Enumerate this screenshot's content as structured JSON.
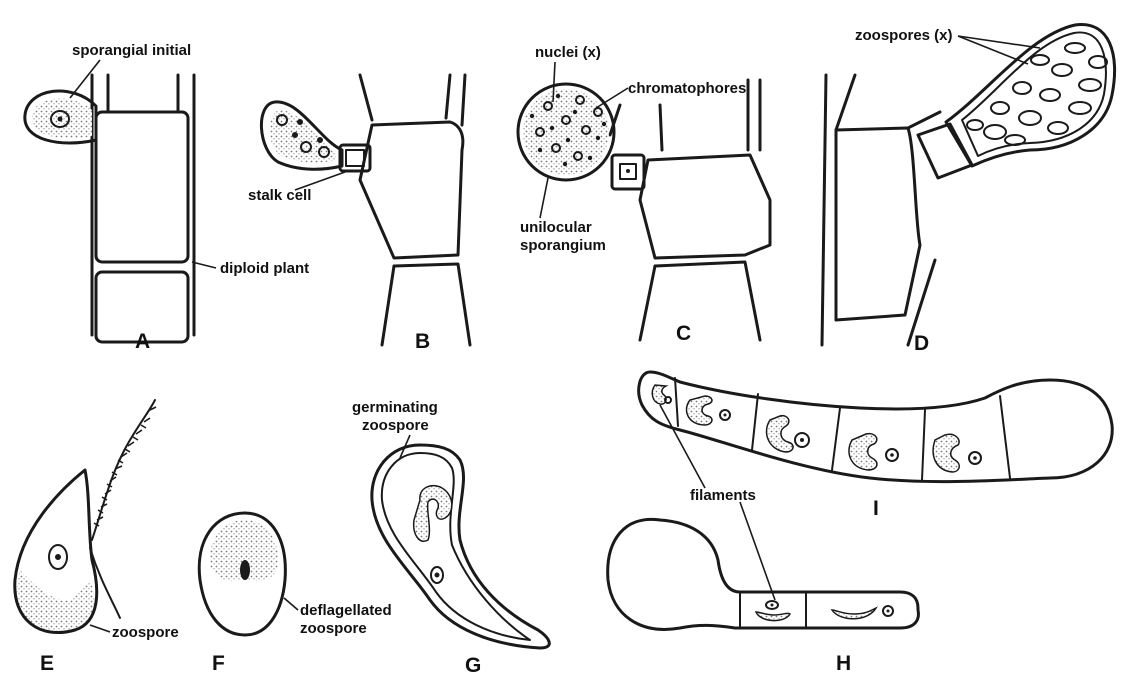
{
  "panels": {
    "A": {
      "letter": "A",
      "labels": {
        "sporangial_initial": "sporangial initial",
        "diploid_plant": "diploid plant"
      }
    },
    "B": {
      "letter": "B",
      "labels": {
        "stalk_cell": "stalk cell"
      }
    },
    "C": {
      "letter": "C",
      "labels": {
        "nuclei": "nuclei (x)",
        "chromatophores": "chromatophores",
        "unilocular_line1": "unilocular",
        "unilocular_line2": "sporangium"
      }
    },
    "D": {
      "letter": "D",
      "labels": {
        "zoospores": "zoospores (x)"
      }
    },
    "E": {
      "letter": "E",
      "labels": {
        "zoospore": "zoospore"
      }
    },
    "F": {
      "letter": "F",
      "labels": {
        "deflagellated_line1": "deflagellated",
        "deflagellated_line2": "zoospore"
      }
    },
    "G": {
      "letter": "G",
      "labels": {
        "germinating_line1": "germinating",
        "germinating_line2": "zoospore"
      }
    },
    "H": {
      "letter": "H",
      "labels": {}
    },
    "I": {
      "letter": "I",
      "labels": {
        "filaments": "filaments"
      }
    }
  }
}
